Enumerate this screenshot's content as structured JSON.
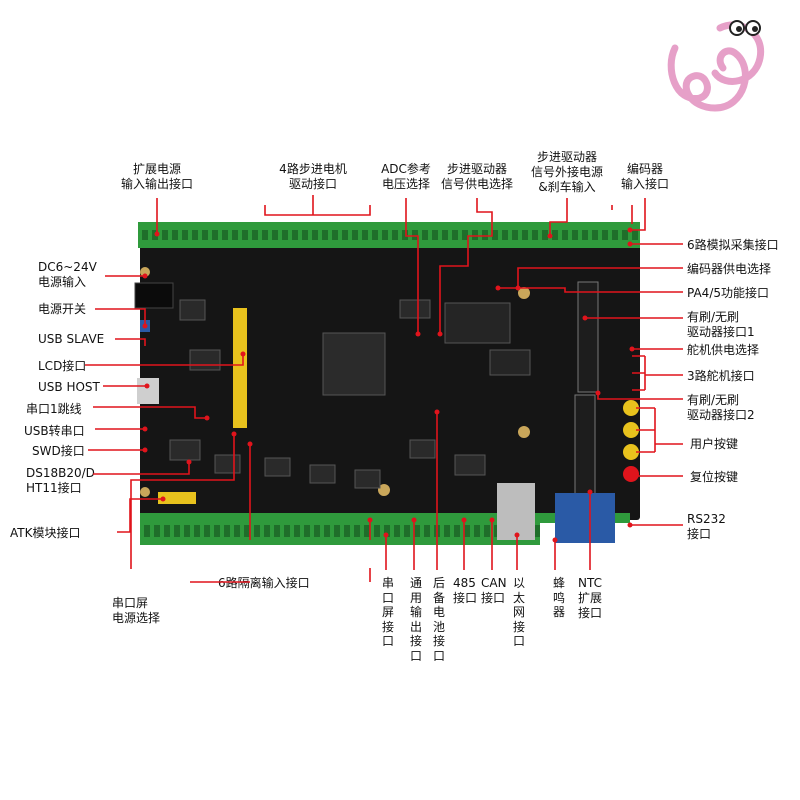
{
  "colors": {
    "leader": "#e0141c",
    "board": "#141414",
    "terminal": "#2f9a3c",
    "yellow": "#e8c21d",
    "blue": "#2a5aa6"
  },
  "logo": {
    "name": "swirl-logo"
  },
  "top_labels": [
    {
      "id": "ext-power",
      "lines": [
        "扩展电源",
        "输入输出接口"
      ]
    },
    {
      "id": "stepper4",
      "lines": [
        "4路步进电机",
        "驱动接口"
      ]
    },
    {
      "id": "adc-ref",
      "lines": [
        "ADC参考",
        "电压选择"
      ]
    },
    {
      "id": "step-sig",
      "lines": [
        "步进驱动器",
        "信号供电选择"
      ]
    },
    {
      "id": "step-ext",
      "lines": [
        "步进驱动器",
        "信号外接电源",
        "&刹车输入"
      ]
    },
    {
      "id": "encoder",
      "lines": [
        "编码器",
        "输入接口"
      ]
    }
  ],
  "left_labels": [
    {
      "id": "dc-in",
      "lines": [
        "DC6~24V",
        "电源输入"
      ]
    },
    {
      "id": "power-switch",
      "lines": [
        "电源开关"
      ]
    },
    {
      "id": "usb-slave",
      "lines": [
        "USB SLAVE"
      ]
    },
    {
      "id": "lcd",
      "lines": [
        "LCD接口"
      ]
    },
    {
      "id": "usb-host",
      "lines": [
        "USB HOST"
      ]
    },
    {
      "id": "uart1-jump",
      "lines": [
        "串口1跳线"
      ]
    },
    {
      "id": "usb-serial",
      "lines": [
        "USB转串口"
      ]
    },
    {
      "id": "swd",
      "lines": [
        "SWD接口"
      ]
    },
    {
      "id": "ds18b20",
      "lines": [
        "DS18B20/D",
        "HT11接口"
      ]
    },
    {
      "id": "atk",
      "lines": [
        "ATK模块接口"
      ]
    }
  ],
  "right_labels": [
    {
      "id": "analog6",
      "lines": [
        "6路模拟采集接口"
      ]
    },
    {
      "id": "enc-power",
      "lines": [
        "编码器供电选择"
      ]
    },
    {
      "id": "pa45",
      "lines": [
        "PA4/5功能接口"
      ]
    },
    {
      "id": "brush1",
      "lines": [
        "有刷/无刷",
        "驱动器接口1"
      ]
    },
    {
      "id": "servo-power",
      "lines": [
        "舵机供电选择"
      ]
    },
    {
      "id": "servo3",
      "lines": [
        "3路舵机接口"
      ]
    },
    {
      "id": "brush2",
      "lines": [
        "有刷/无刷",
        "驱动器接口2"
      ]
    },
    {
      "id": "user-keys",
      "lines": [
        "用户按键"
      ]
    },
    {
      "id": "reset",
      "lines": [
        "复位按键"
      ]
    },
    {
      "id": "rs232",
      "lines": [
        "RS232",
        "接口"
      ]
    }
  ],
  "bottom_labels": [
    {
      "id": "uart-screen-power",
      "lines": [
        "串口屏",
        "电源选择"
      ]
    },
    {
      "id": "isolated6",
      "lines": [
        "6路隔离输入接口"
      ]
    },
    {
      "id": "b485",
      "lines": [
        "485",
        "接口"
      ]
    },
    {
      "id": "can",
      "lines": [
        "CAN",
        "接口"
      ]
    },
    {
      "id": "ntc",
      "lines": [
        "NTC",
        "扩展",
        "接口"
      ]
    }
  ],
  "vertical_labels": [
    {
      "id": "uart-screen",
      "text": "串口屏接口"
    },
    {
      "id": "gen-output",
      "text": "通用输出接口"
    },
    {
      "id": "backup-bat",
      "text": "后备电池接口"
    },
    {
      "id": "ethernet",
      "text": "以太网接口"
    },
    {
      "id": "buzzer",
      "text": "蜂鸣器"
    }
  ]
}
